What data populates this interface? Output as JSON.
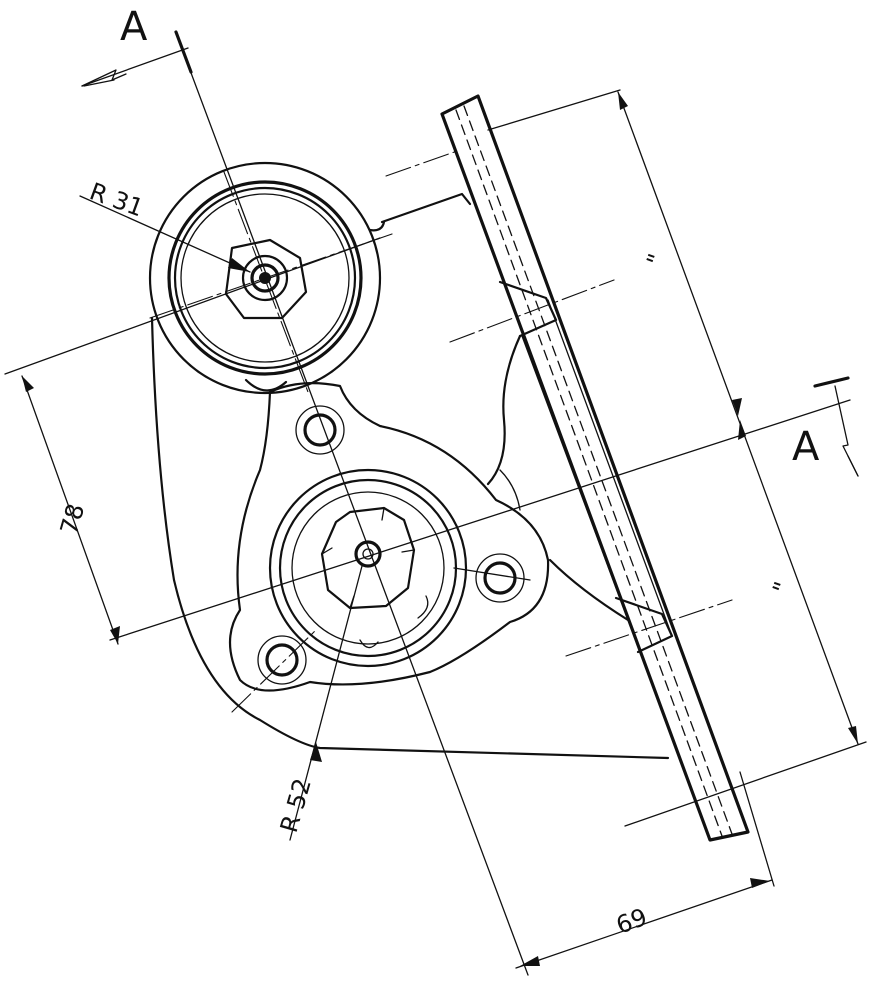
{
  "labels": {
    "section_top": "A",
    "section_right": "A",
    "radius_upper": "R 31",
    "radius_lower": "R 52",
    "dim_height": "78",
    "dim_width": "69",
    "equal_mark_upper": "\"",
    "equal_mark_lower": "\""
  }
}
